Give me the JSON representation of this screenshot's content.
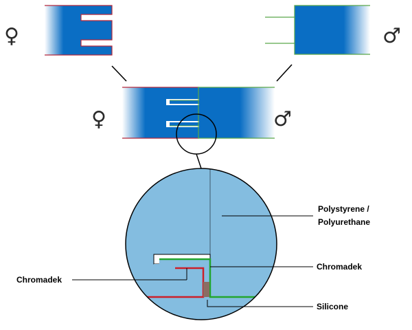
{
  "colors": {
    "blue": "#0a6ec4",
    "light_blue": "#84bde0",
    "female_edge": "#b5283c",
    "male_edge": "#5aa64a",
    "chromadek_green": "#22a52e",
    "chromadek_red": "#cc1f2a",
    "silicone": "#8a6d64",
    "leader": "#000000"
  },
  "symbols": {
    "female": "♀",
    "male": "♂"
  },
  "labels": {
    "polystyrene_line1": "Polystyrene /",
    "polystyrene_line2": "Polyurethane",
    "chromadek_right": "Chromadek",
    "chromadek_left": "Chromadek",
    "silicone": "Silicone"
  }
}
